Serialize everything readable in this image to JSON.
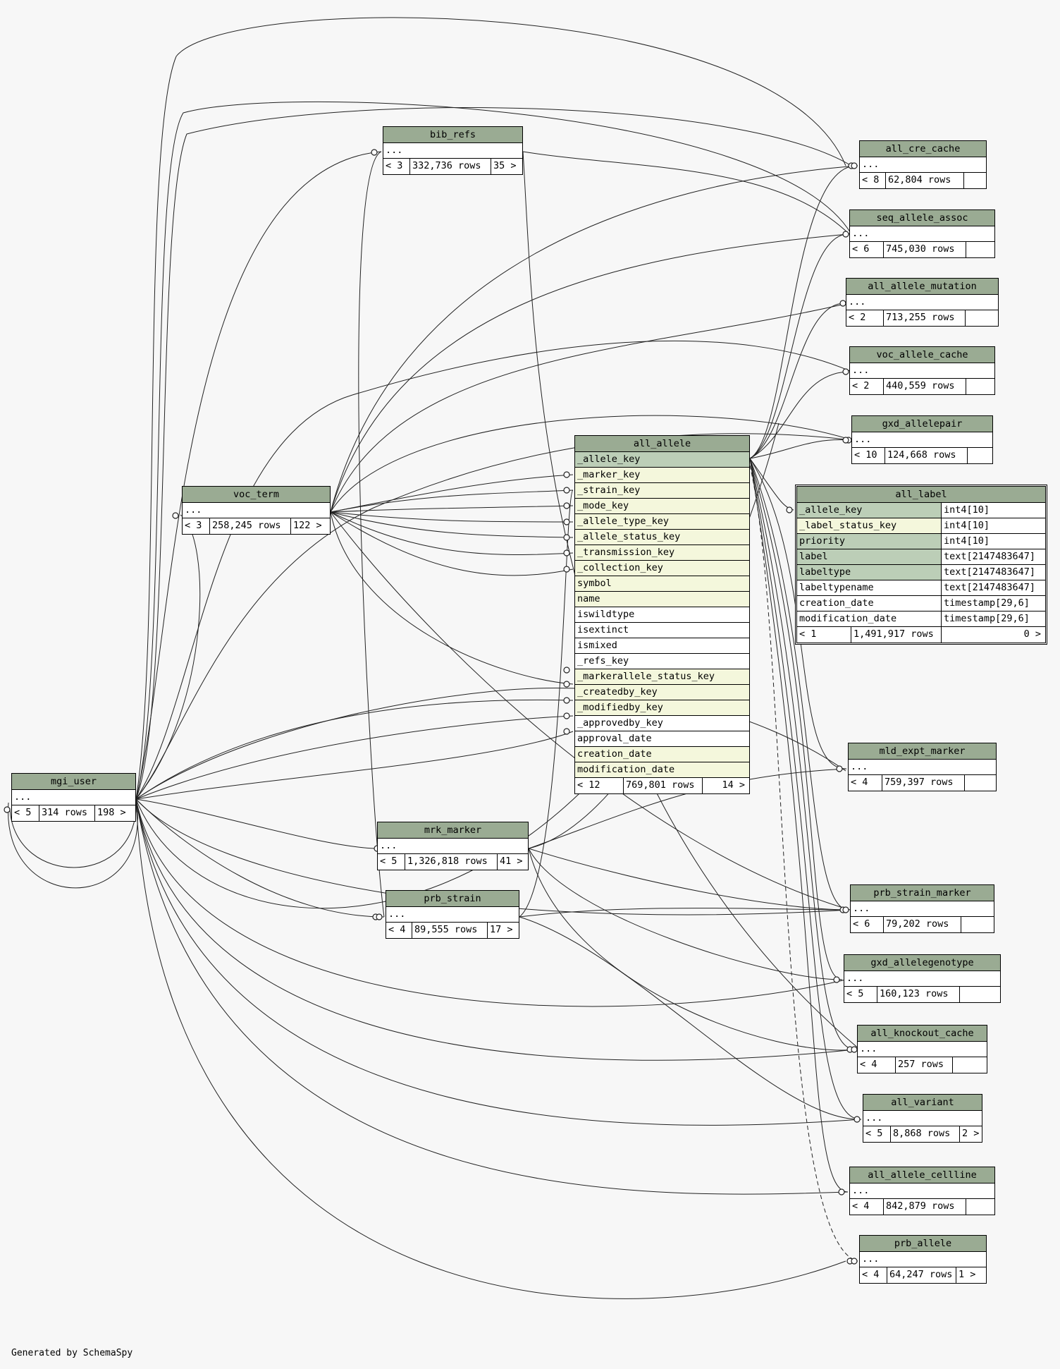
{
  "credit": "Generated by SchemaSpy",
  "colors": {
    "header": "#9aab93",
    "primary_key": "#bcceb7",
    "foreign_key": "#f4f7dc",
    "background": "#f7f7f7"
  },
  "all_allele": {
    "name": "all_allele",
    "columns": [
      "_allele_key",
      "_marker_key",
      "_strain_key",
      "_mode_key",
      "_allele_type_key",
      "_allele_status_key",
      "_transmission_key",
      "_collection_key",
      "symbol",
      "name",
      "iswildtype",
      "isextinct",
      "ismixed",
      "_refs_key",
      "_markerallele_status_key",
      "_createdby_key",
      "_modifiedby_key",
      "_approvedby_key",
      "approval_date",
      "creation_date",
      "modification_date"
    ],
    "footer": {
      "left": "< 12",
      "rows": "769,801 rows",
      "right": "14 >"
    }
  },
  "all_label": {
    "name": "all_label",
    "columns": [
      {
        "name": "_allele_key",
        "type": "int4[10]"
      },
      {
        "name": "_label_status_key",
        "type": "int4[10]"
      },
      {
        "name": "priority",
        "type": "int4[10]"
      },
      {
        "name": "label",
        "type": "text[2147483647]"
      },
      {
        "name": "labeltype",
        "type": "text[2147483647]"
      },
      {
        "name": "labeltypename",
        "type": "text[2147483647]"
      },
      {
        "name": "creation_date",
        "type": "timestamp[29,6]"
      },
      {
        "name": "modification_date",
        "type": "timestamp[29,6]"
      }
    ],
    "footer": {
      "left": "< 1",
      "rows": "1,491,917 rows",
      "right": "0 >"
    }
  },
  "tables": {
    "bib_refs": {
      "name": "bib_refs",
      "dots": "...",
      "left": "< 3",
      "rows": "332,736 rows",
      "right": "35 >"
    },
    "voc_term": {
      "name": "voc_term",
      "dots": "...",
      "left": "< 3",
      "rows": "258,245 rows",
      "right": "122 >"
    },
    "mgi_user": {
      "name": "mgi_user",
      "dots": "...",
      "left": "< 5",
      "rows": "314 rows",
      "right": "198 >"
    },
    "mrk_marker": {
      "name": "mrk_marker",
      "dots": "...",
      "left": "< 5",
      "rows": "1,326,818 rows",
      "right": "41 >"
    },
    "prb_strain": {
      "name": "prb_strain",
      "dots": "...",
      "left": "< 4",
      "rows": "89,555 rows",
      "right": "17 >"
    },
    "all_cre_cache": {
      "name": "all_cre_cache",
      "dots": "...",
      "left": "< 8",
      "rows": "62,804 rows",
      "right": ""
    },
    "seq_allele_assoc": {
      "name": "seq_allele_assoc",
      "dots": "...",
      "left": "< 6",
      "rows": "745,030 rows",
      "right": ""
    },
    "all_allele_mutation": {
      "name": "all_allele_mutation",
      "dots": "...",
      "left": "< 2",
      "rows": "713,255 rows",
      "right": ""
    },
    "voc_allele_cache": {
      "name": "voc_allele_cache",
      "dots": "...",
      "left": "< 2",
      "rows": "440,559 rows",
      "right": ""
    },
    "gxd_allelepair": {
      "name": "gxd_allelepair",
      "dots": "...",
      "left": "< 10",
      "rows": "124,668 rows",
      "right": ""
    },
    "mld_expt_marker": {
      "name": "mld_expt_marker",
      "dots": "...",
      "left": "< 4",
      "rows": "759,397 rows",
      "right": ""
    },
    "prb_strain_marker": {
      "name": "prb_strain_marker",
      "dots": "...",
      "left": "< 6",
      "rows": "79,202 rows",
      "right": ""
    },
    "gxd_allelegenotype": {
      "name": "gxd_allelegenotype",
      "dots": "...",
      "left": "< 5",
      "rows": "160,123 rows",
      "right": ""
    },
    "all_knockout_cache": {
      "name": "all_knockout_cache",
      "dots": "...",
      "left": "< 4",
      "rows": "257 rows",
      "right": ""
    },
    "all_variant": {
      "name": "all_variant",
      "dots": "...",
      "left": "< 5",
      "rows": "8,868 rows",
      "right": "2 >"
    },
    "all_allele_cellline": {
      "name": "all_allele_cellline",
      "dots": "...",
      "left": "< 4",
      "rows": "842,879 rows",
      "right": ""
    },
    "prb_allele": {
      "name": "prb_allele",
      "dots": "...",
      "left": "< 4",
      "rows": "64,247 rows",
      "right": "1 >"
    }
  }
}
